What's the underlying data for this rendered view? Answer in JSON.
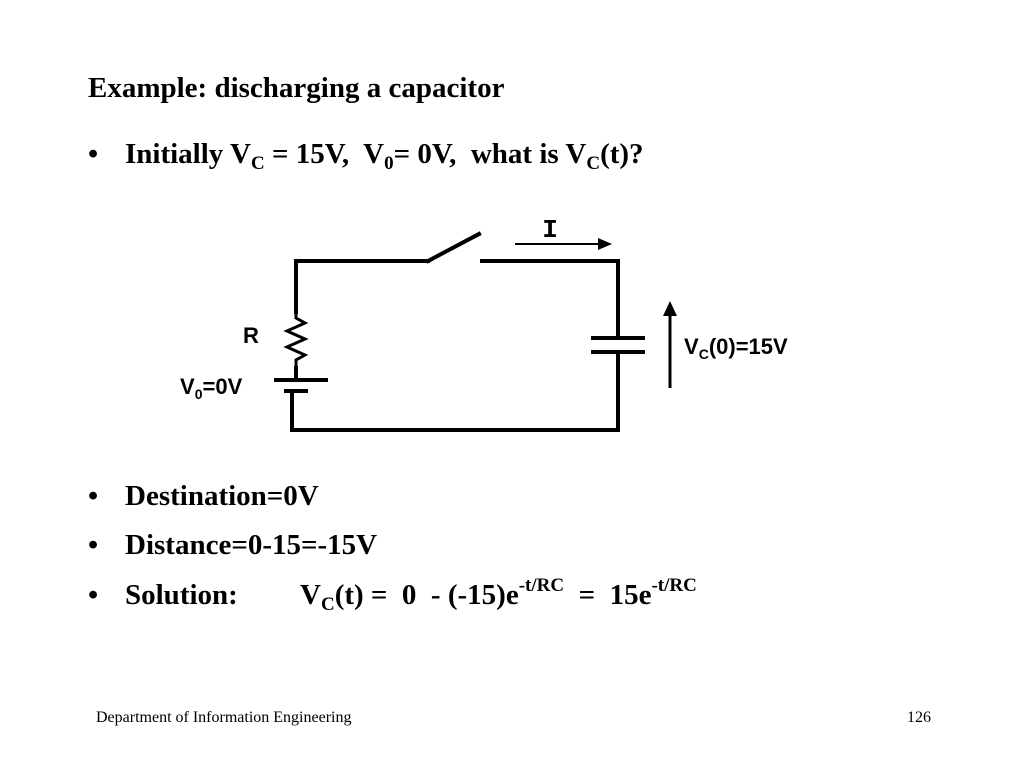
{
  "slide": {
    "title": "Example:  discharging a capacitor",
    "bullet_char": "•",
    "question": {
      "p1": "Initially V",
      "sub1": "C",
      "p2": " = 15V,  V",
      "sub2": "0",
      "p3": "= 0V,  what is V",
      "sub3": "C",
      "p4": "(t)?"
    },
    "destination": "Destination=0V",
    "distance": "Distance=0-15=-15V",
    "solution": {
      "label": "Solution:",
      "p1": "V",
      "sub1": "C",
      "p2": "(t) =  0  - (-15)e",
      "sup1": "-t/RC",
      "p3": "  =  15e",
      "sup2": "-t/RC"
    }
  },
  "circuit": {
    "current_label": "I",
    "resistor_label": "R",
    "source_label": {
      "main": "V",
      "sub": "0",
      "rest": "=0V"
    },
    "capacitor_label": {
      "main": "V",
      "sub": "C",
      "rest": "(0)=15V"
    }
  },
  "footer": {
    "department": "Department of Information Engineering",
    "page_number": "126"
  }
}
